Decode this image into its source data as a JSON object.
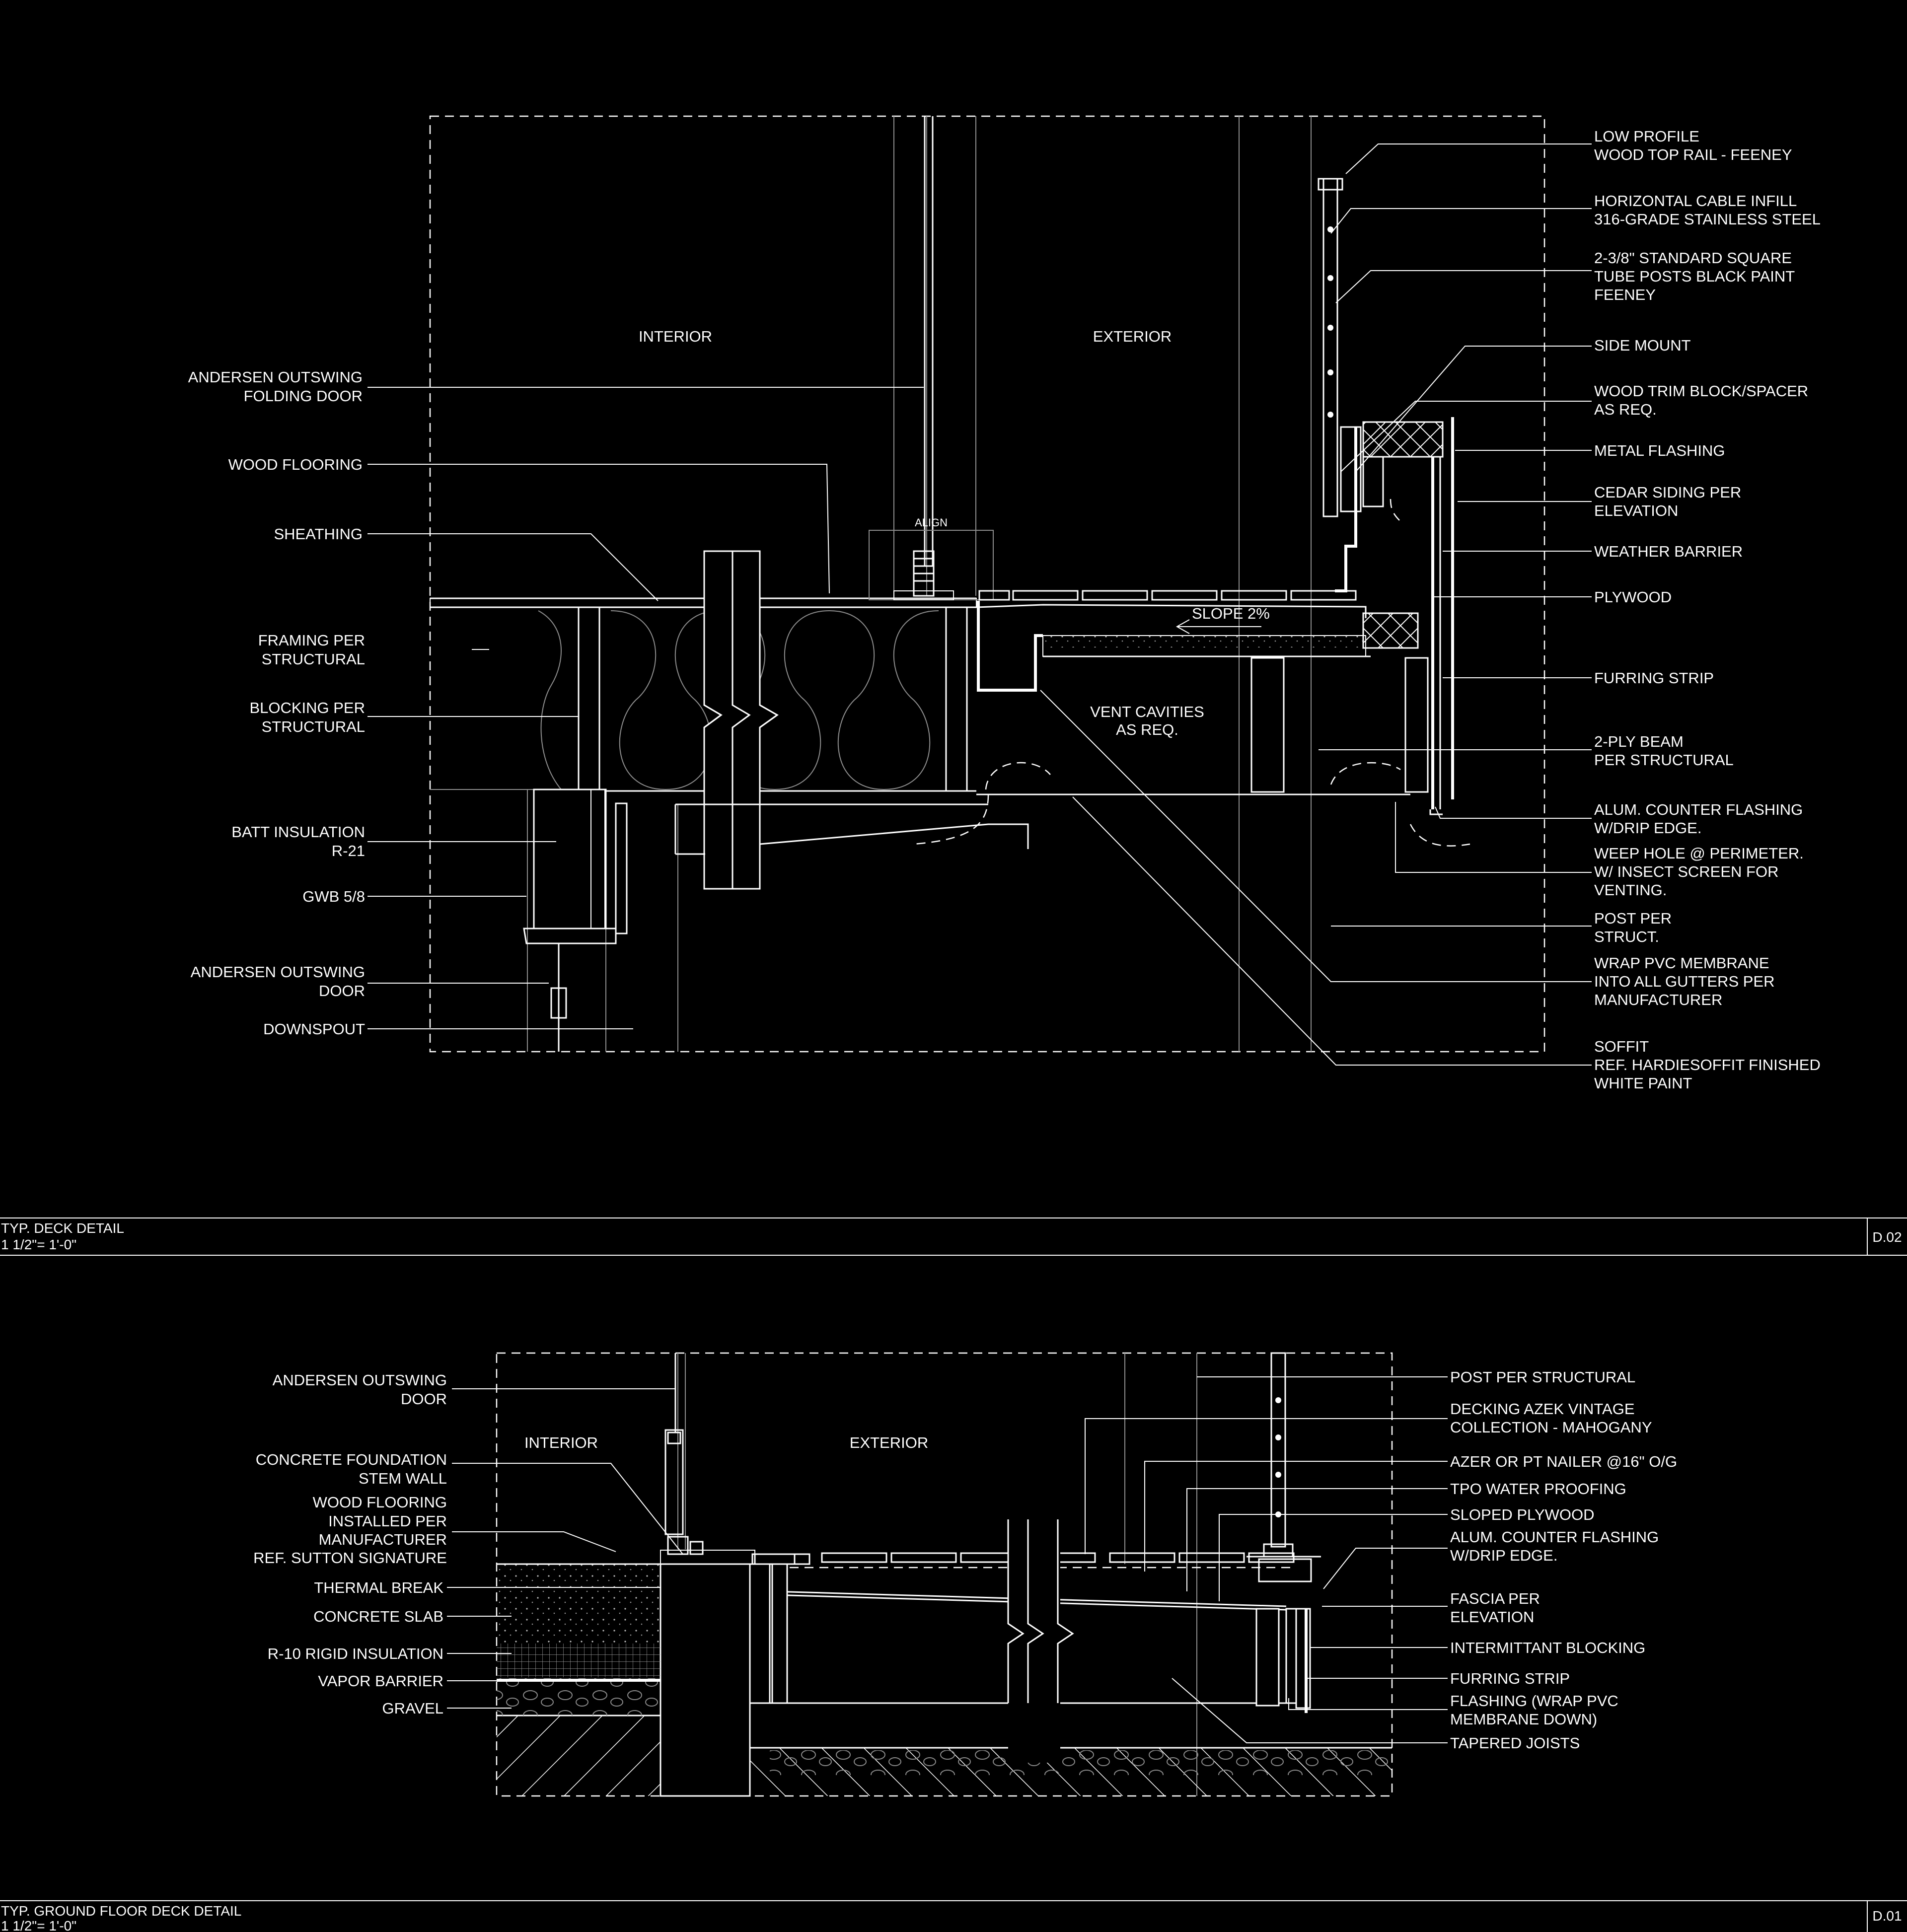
{
  "detail_d02": {
    "title": "TYP. DECK DETAIL",
    "scale": "1 1/2\"=    1'-0\"",
    "sheet_id": "D.02",
    "room_interior": "INTERIOR",
    "room_exterior": "EXTERIOR",
    "vent_line1": "VENT CAVITIES",
    "vent_line2": "AS REQ.",
    "align": "ALIGN",
    "slope": "SLOPE 2%",
    "left_labels": [
      [
        "ANDERSEN OUTSWING",
        "FOLDING DOOR"
      ],
      [
        "WOOD FLOORING"
      ],
      [
        "SHEATHING"
      ],
      [
        "FRAMING PER",
        "STRUCTURAL"
      ],
      [
        "BLOCKING PER",
        "STRUCTURAL"
      ],
      [
        "BATT INSULATION",
        "R-21"
      ],
      [
        "GWB 5/8"
      ],
      [
        "ANDERSEN OUTSWING",
        "DOOR"
      ],
      [
        "DOWNSPOUT"
      ]
    ],
    "right_labels": [
      [
        "LOW PROFILE",
        "WOOD TOP RAIL - FEENEY"
      ],
      [
        "HORIZONTAL CABLE INFILL",
        "316-GRADE STAINLESS STEEL"
      ],
      [
        "2-3/8\" STANDARD SQUARE",
        "TUBE POSTS BLACK PAINT",
        "FEENEY"
      ],
      [
        "SIDE MOUNT"
      ],
      [
        "WOOD TRIM BLOCK/SPACER",
        "AS REQ."
      ],
      [
        "METAL FLASHING"
      ],
      [
        "CEDAR SIDING PER",
        "ELEVATION"
      ],
      [
        "WEATHER  BARRIER"
      ],
      [
        "PLYWOOD"
      ],
      [
        "FURRING STRIP"
      ],
      [
        "2-PLY BEAM",
        "PER STRUCTURAL"
      ],
      [
        "ALUM. COUNTER FLASHING",
        "W/DRIP EDGE."
      ],
      [
        "WEEP HOLE @ PERIMETER.",
        "W/ INSECT SCREEN FOR",
        "VENTING."
      ],
      [
        "POST PER",
        "STRUCT."
      ],
      [
        "WRAP PVC MEMBRANE",
        "INTO ALL GUTTERS PER",
        "MANUFACTURER"
      ],
      [
        "SOFFIT",
        "REF. HARDIESOFFIT FINISHED",
        "WHITE PAINT"
      ]
    ]
  },
  "detail_d01": {
    "title": "TYP. GROUND FLOOR DECK DETAIL",
    "scale": "1 1/2\"=    1'-0\"",
    "sheet_id": "D.01",
    "room_interior": "INTERIOR",
    "room_exterior": "EXTERIOR",
    "left_labels": [
      [
        "ANDERSEN OUTSWING",
        "DOOR"
      ],
      [
        "CONCRETE FOUNDATION",
        "STEM WALL"
      ],
      [
        "WOOD FLOORING",
        "INSTALLED PER",
        "MANUFACTURER",
        "REF. SUTTON SIGNATURE"
      ],
      [
        "THERMAL BREAK"
      ],
      [
        "CONCRETE SLAB"
      ],
      [
        "R-10 RIGID INSULATION"
      ],
      [
        "VAPOR BARRIER"
      ],
      [
        "GRAVEL"
      ]
    ],
    "right_labels": [
      [
        "POST PER STRUCTURAL"
      ],
      [
        "DECKING AZEK VINTAGE",
        "COLLECTION - MAHOGANY"
      ],
      [
        "AZER OR PT NAILER @16\" O/G"
      ],
      [
        "TPO WATER PROOFING"
      ],
      [
        "SLOPED  PLYWOOD"
      ],
      [
        "ALUM. COUNTER FLASHING",
        "W/DRIP EDGE."
      ],
      [
        "FASCIA PER",
        "ELEVATION"
      ],
      [
        "INTERMITTANT BLOCKING"
      ],
      [
        "FURRING STRIP"
      ],
      [
        "FLASHING (WRAP PVC",
        "MEMBRANE DOWN)"
      ],
      [
        "TAPERED JOISTS"
      ]
    ]
  }
}
